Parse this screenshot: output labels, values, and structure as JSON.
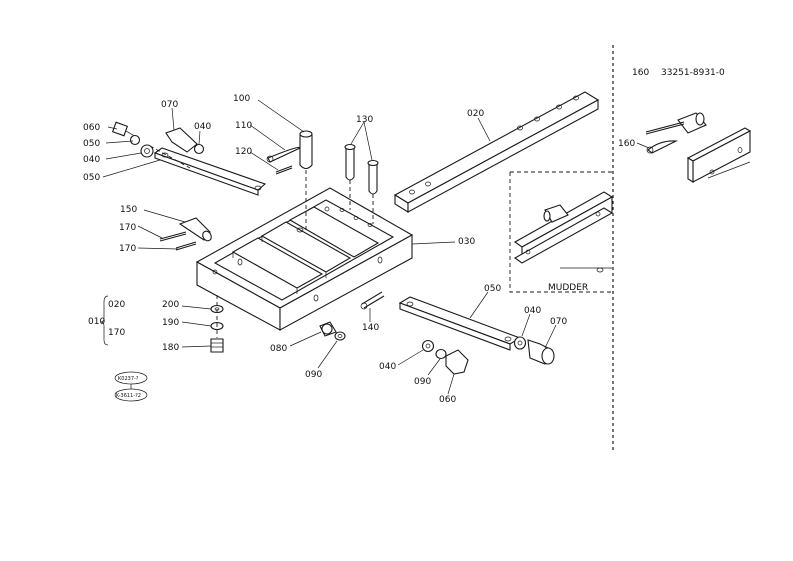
{
  "callouts": {
    "c070a": "070",
    "c100": "100",
    "c060a": "060",
    "c040a": "040",
    "c050a": "050",
    "c040b": "040",
    "c110": "110",
    "c120": "120",
    "c130": "130",
    "c020": "020",
    "c150": "150",
    "c170a": "170",
    "c170b": "170",
    "c030": "030",
    "c050b": "050",
    "c040c": "040",
    "c070b": "070",
    "c200": "200",
    "c190": "190",
    "c180": "180",
    "c140": "140",
    "c080": "080",
    "c090a": "090",
    "c040d": "040",
    "c090b": "090",
    "c060b": "060",
    "c160": "160"
  },
  "assembly": {
    "code": "010",
    "items": [
      "020",
      "170"
    ]
  },
  "reference": {
    "item": "160",
    "part_number": "33251-8931-0"
  },
  "detail_label": "MUDDER",
  "stamp": {
    "top": "K0237-?",
    "bottom": "K-3611-?2"
  }
}
